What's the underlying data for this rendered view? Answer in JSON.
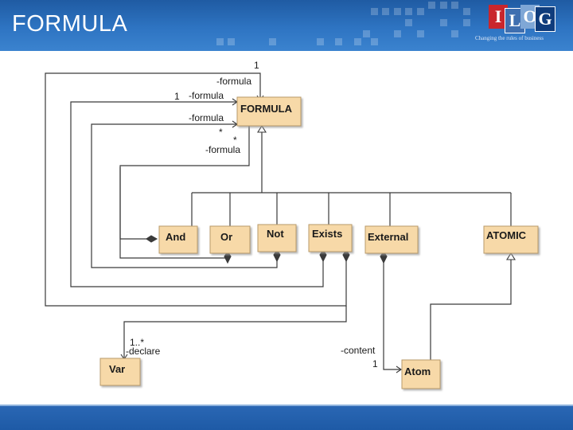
{
  "header": {
    "title": "FORMULA"
  },
  "logo": {
    "letters": [
      "I",
      "L",
      "O",
      "G"
    ],
    "tagline": "Changing the rules of business"
  },
  "colors": {
    "header_blue": "#2e74c2",
    "class_fill": "#f7d9a8",
    "class_shadow": "#c9c9c9",
    "line": "#3a3a3a"
  },
  "diagram": {
    "classes": {
      "formula": "FORMULA",
      "and": "And",
      "or": "Or",
      "not": "Not",
      "exists": "Exists",
      "external": "External",
      "atomic": "ATOMIC",
      "var": "Var",
      "atom": "Atom"
    },
    "labels": {
      "top_mult": "1",
      "role_formula_1": "-formula",
      "mult_one": "1",
      "role_formula_2": "-formula",
      "role_formula_3": "-formula",
      "mult_star_1": "*",
      "mult_star_2": "*",
      "role_formula_4": "-formula",
      "var_mult": "1..*",
      "role_declare": "-declare",
      "role_content": "-content",
      "content_mult": "1"
    }
  }
}
